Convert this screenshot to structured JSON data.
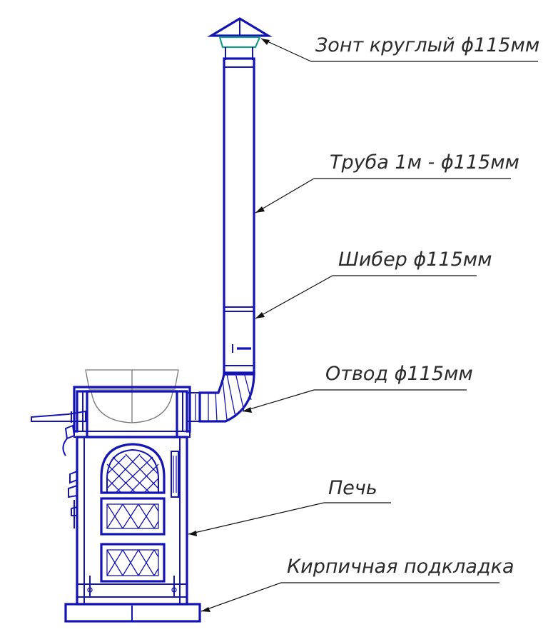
{
  "labels": {
    "cap": "Зонт круглый  ϕ115мм",
    "pipe": "Труба 1м - ϕ115мм",
    "damper": "Шибер ϕ115мм",
    "elbow": "Отвод ϕ115мм",
    "stove": "Печь",
    "base": "Кирпичная подкладка"
  },
  "colors": {
    "drawing_ink": "#1414b4",
    "cap_accent": "#1a9a8a",
    "leader_line": "#111111",
    "label_text": "#2a2a2a"
  }
}
